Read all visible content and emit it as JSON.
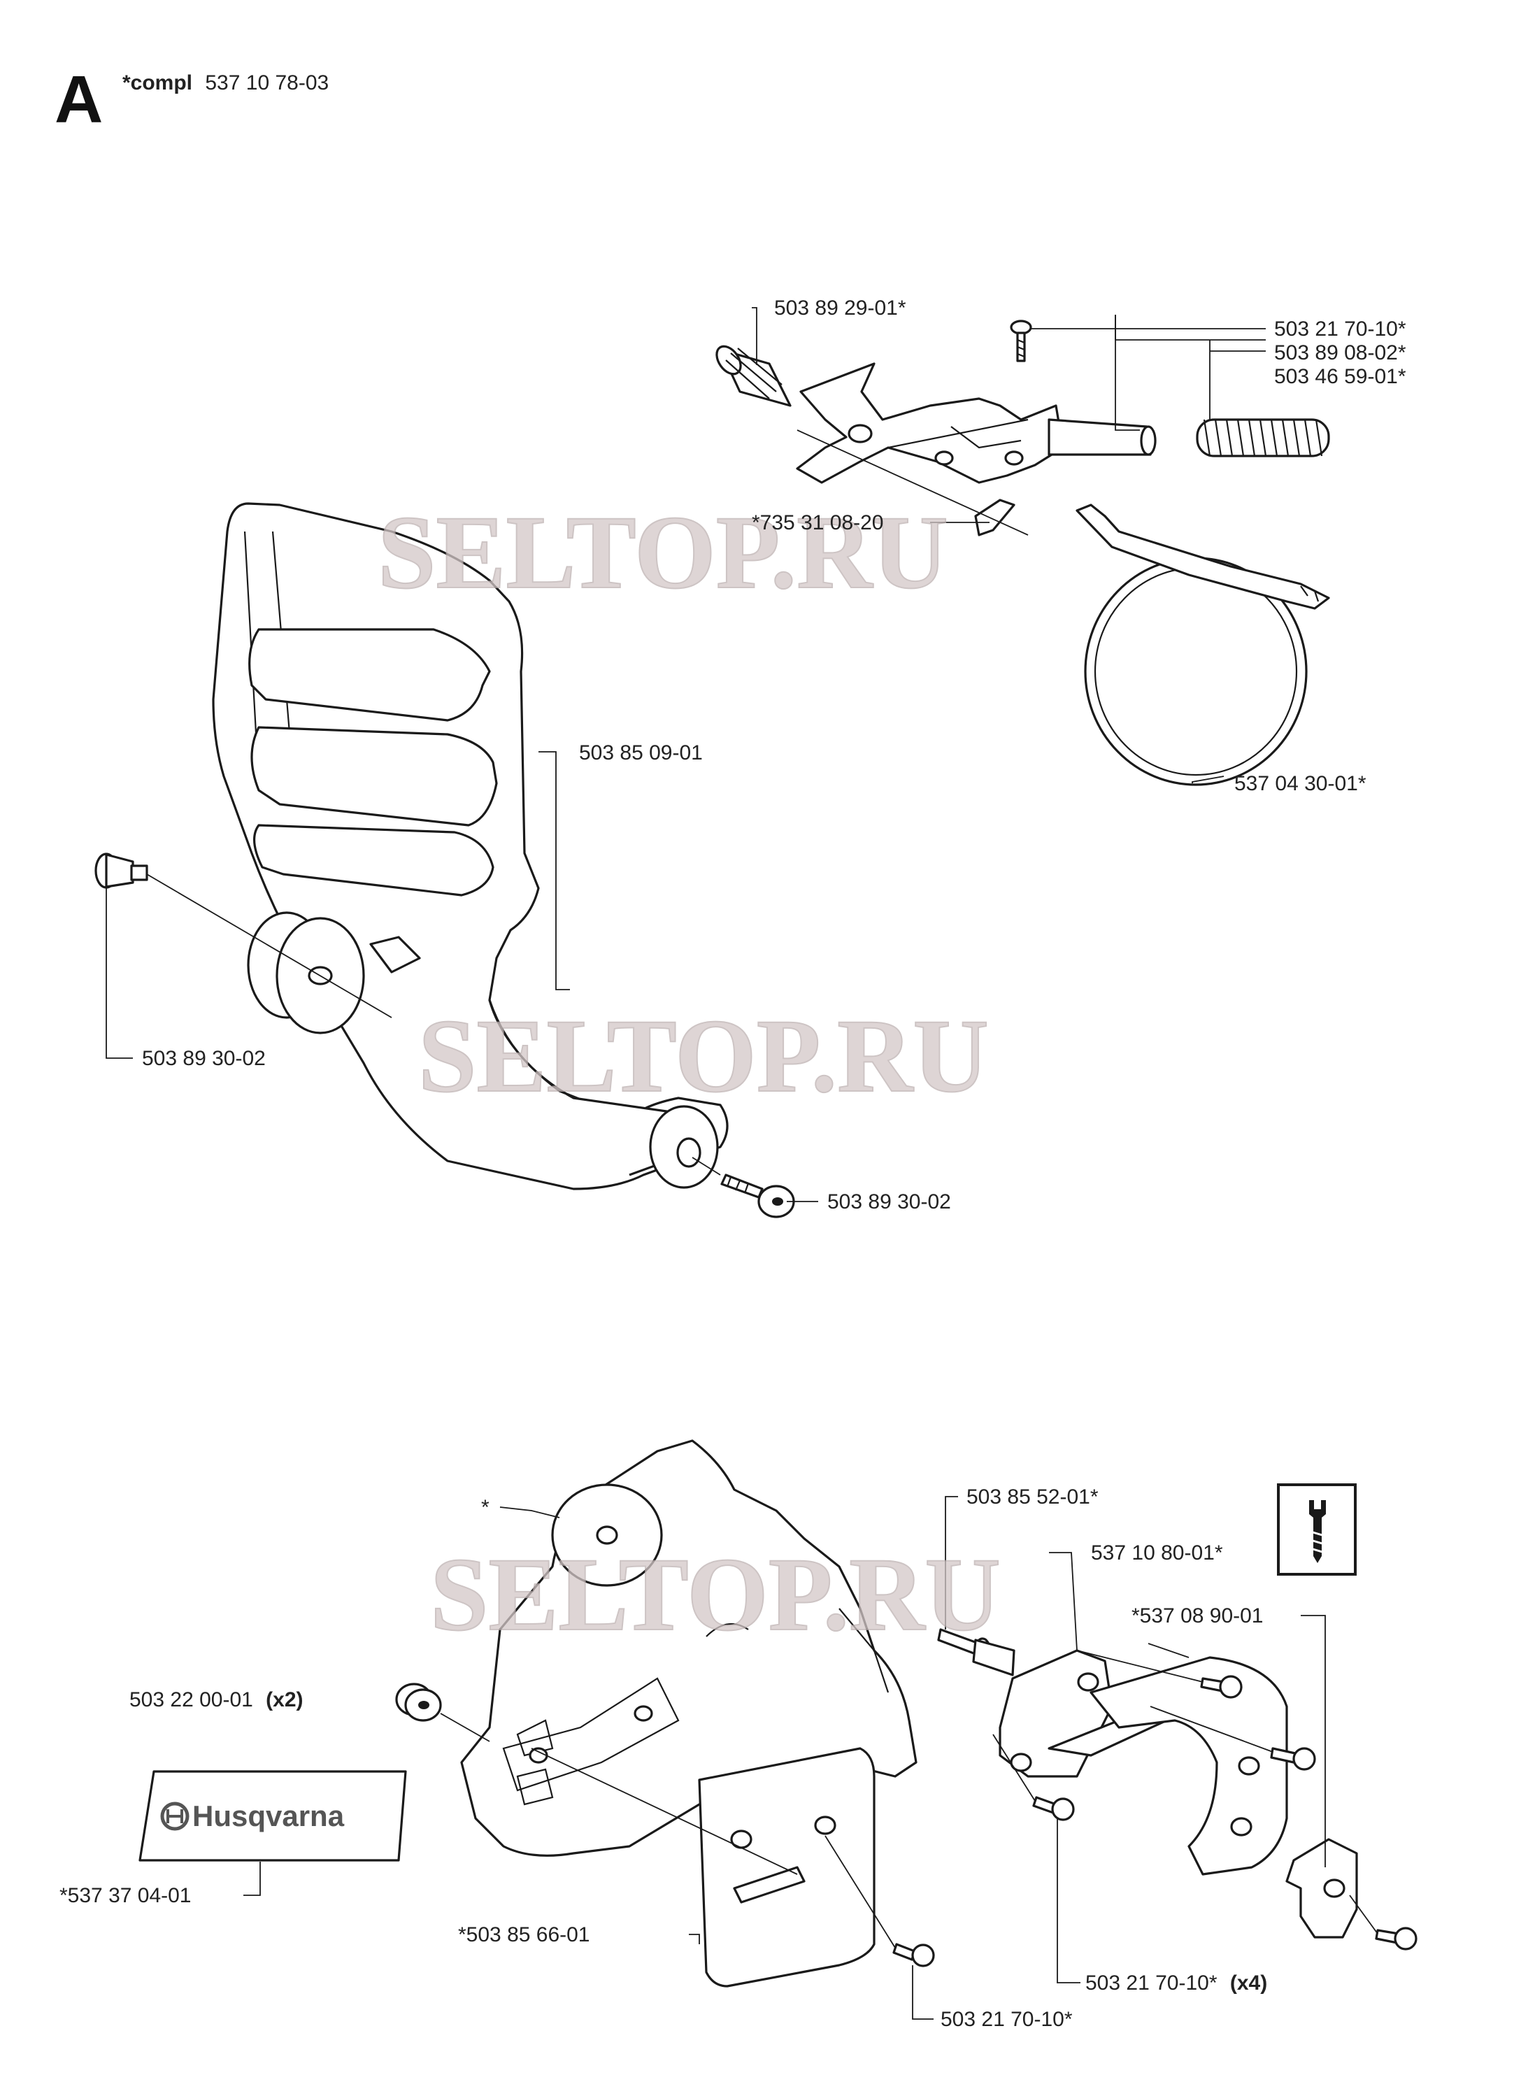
{
  "header": {
    "section_letter": "A",
    "compl_prefix": "*compl",
    "compl_number": "537 10 78-03"
  },
  "watermark": {
    "text": "SELTOP.RU"
  },
  "logo": {
    "brand": "Husqvarna"
  },
  "tool_icon": "wrench-screwdriver-icon",
  "labels": {
    "p1": "503 89 29-01*",
    "p2": "503 21 70-10*",
    "p3": "503 89 08-02*",
    "p4": "503 46 59-01*",
    "p5": "*735 31 08-20",
    "p6": "503 85 09-01",
    "p7": "537 04 30-01*",
    "p8": "503 89 30-02",
    "p9": "503 89 30-02",
    "p10": "*",
    "p11": "503 85 52-01*",
    "p12": "537 10 80-01*",
    "p13": "*537 08 90-01",
    "p14": "503 22 00-01",
    "p14_qty": "(x2)",
    "p15": "*537 37 04-01",
    "p16": "*503 85 66-01",
    "p17": "503 21 70-10*",
    "p17_qty": "(x4)",
    "p18": "503 21 70-10*"
  }
}
